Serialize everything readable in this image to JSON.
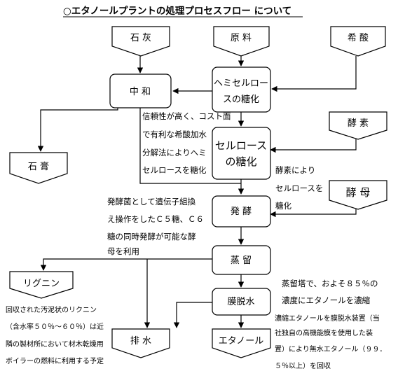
{
  "title": "○エタノールプラントの処理プロセスフロー について",
  "inputs": {
    "lime": "石 灰",
    "raw_material": "原 料",
    "dilute_acid": "希 酸",
    "enzyme": "酵 素",
    "yeast": "酵 母"
  },
  "process": {
    "neutralization": "中 和",
    "hemi_line1": "ヘミセルロー",
    "hemi_line2": "スの糖化",
    "cellulose_line1": "セルロース",
    "cellulose_line2": "の糖化",
    "fermentation": "発 酵",
    "distillation": "蒸 留",
    "dehydration": "膜脱水"
  },
  "outputs": {
    "gypsum": "石 膏",
    "lignin": "リグニン",
    "wastewater": "排 水",
    "ethanol": "エタノール"
  },
  "notes": {
    "acid_method": [
      "信頼性が高く、コスト面",
      "で有利な希酸加水",
      "分解法によりへミ",
      "セルロースを糖化"
    ],
    "enzyme_method": [
      "酵素により",
      "セルロースを",
      "糖化"
    ],
    "fermentation_bacteria": [
      "発酵菌として遺伝子組換",
      "え操作をしたＣ５糖、Ｃ６",
      "糖の同時発酵が可能な酵",
      "母を利用"
    ],
    "lignin_use": [
      "回収された汚泥状のリクニン",
      "（含水率５０％～６０％）は近",
      "隣の製材所において材木乾燥用",
      "ボイラーの燃料に利用する予定"
    ],
    "distillation_note": [
      "蒸留塔で、およそ８５％の",
      "濃度にエタノールを濃縮"
    ],
    "dehydration_note": [
      "濃縮エタノールを膜脱水装置（当",
      "社独自の高機能膜を使用した装",
      "置）により無水エタノール（９９．",
      "５％以上）を回収"
    ]
  }
}
